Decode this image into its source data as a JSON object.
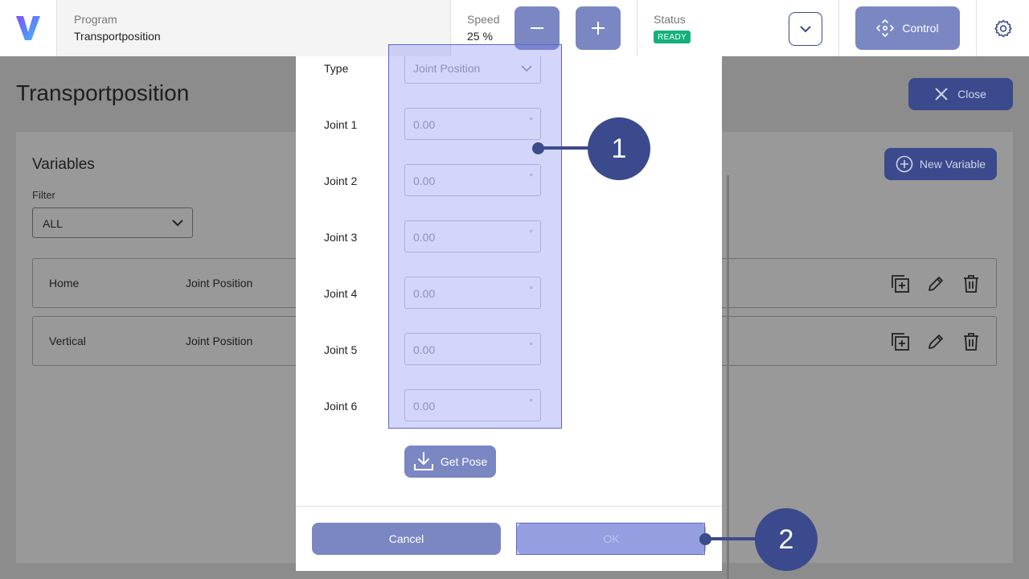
{
  "header": {
    "program_label": "Program",
    "program_value": "Transportposition",
    "speed_label": "Speed",
    "speed_value": "25 %",
    "status_label": "Status",
    "status_value": "READY",
    "control_label": "Control"
  },
  "page": {
    "title": "Transportposition",
    "close_label": "Close",
    "variables_title": "Variables",
    "new_variable_label": "New Variable",
    "filter_label": "Filter",
    "filter_value": "ALL",
    "rows": [
      {
        "name": "Home",
        "type": "Joint Position"
      },
      {
        "name": "Vertical",
        "type": "Joint Position"
      }
    ]
  },
  "modal": {
    "type_label": "Type",
    "type_value": "Joint Position",
    "joints": [
      {
        "label": "Joint 1",
        "placeholder": "0.00",
        "unit": "°"
      },
      {
        "label": "Joint 2",
        "placeholder": "0.00",
        "unit": "°"
      },
      {
        "label": "Joint 3",
        "placeholder": "0.00",
        "unit": "°"
      },
      {
        "label": "Joint 4",
        "placeholder": "0.00",
        "unit": "°"
      },
      {
        "label": "Joint 5",
        "placeholder": "0.00",
        "unit": "°"
      },
      {
        "label": "Joint 6",
        "placeholder": "0.00",
        "unit": "°"
      }
    ],
    "get_pose_label": "Get Pose",
    "cancel_label": "Cancel",
    "ok_label": "OK"
  },
  "annotations": {
    "callout_1": "1",
    "callout_2": "2"
  },
  "colors": {
    "accent": "#3b4a8c",
    "button": "#7b87c3",
    "status_ready": "#13b07a",
    "highlight": "#7680f0"
  }
}
